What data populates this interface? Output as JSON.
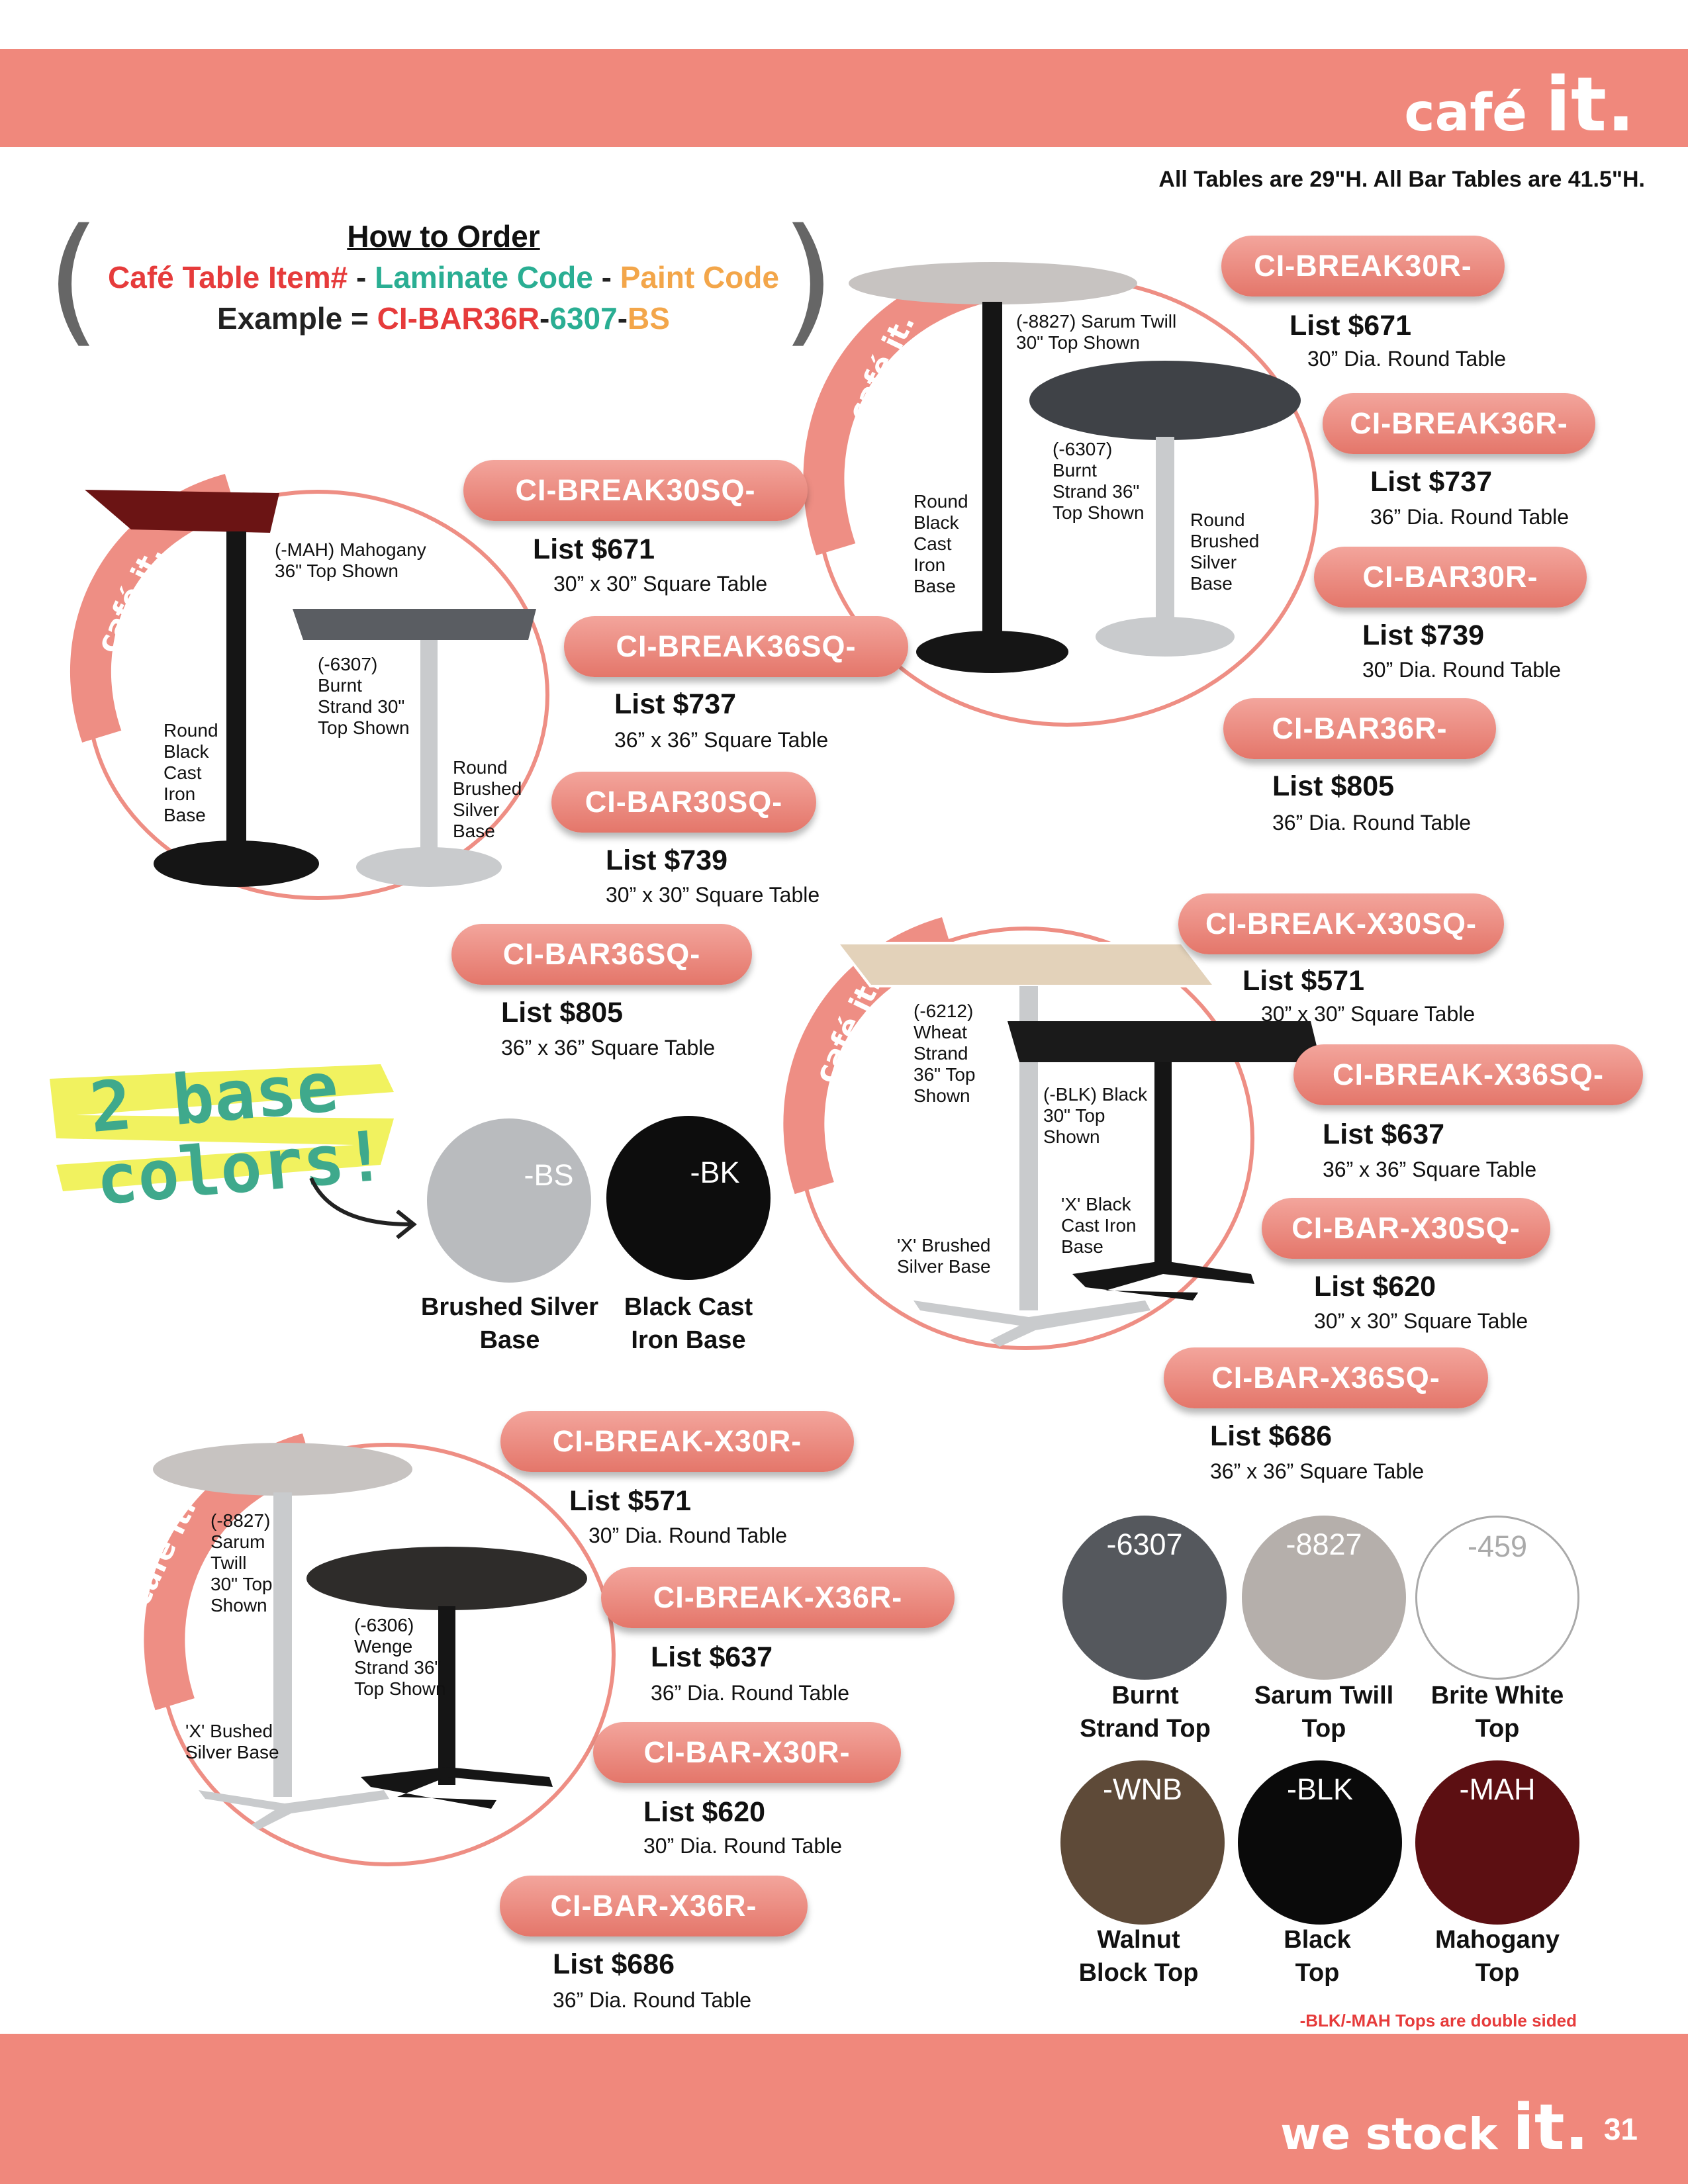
{
  "header": {
    "brand_word": "café",
    "brand_it": "it."
  },
  "note": "All Tables are 29\"H. All Bar Tables are 41.5\"H.",
  "how_to_order": {
    "title": "How to Order",
    "line1": [
      {
        "text": "Café Table Item#",
        "color": "#E63B3B"
      },
      {
        "text": " - ",
        "color": "#222222"
      },
      {
        "text": "Laminate Code",
        "color": "#2AAE93"
      },
      {
        "text": " - ",
        "color": "#222222"
      },
      {
        "text": "Paint Code",
        "color": "#F3A64A"
      }
    ],
    "example_label": "Example = ",
    "example_item": "CI-BAR36R",
    "dash1": "-",
    "example_laminate": "6307",
    "dash2": "-",
    "example_paint": "BS"
  },
  "products": [
    {
      "code": "CI-BREAK30R-",
      "price": "List $671",
      "desc": "30” Dia. Round Table"
    },
    {
      "code": "CI-BREAK36R-",
      "price": "List $737",
      "desc": "36” Dia. Round Table"
    },
    {
      "code": "CI-BAR30R-",
      "price": "List $739",
      "desc": "30” Dia. Round Table"
    },
    {
      "code": "CI-BAR36R-",
      "price": "List $805",
      "desc": "36” Dia. Round Table"
    },
    {
      "code": "CI-BREAK30SQ-",
      "price": "List $671",
      "desc": "30” x 30” Square Table"
    },
    {
      "code": "CI-BREAK36SQ-",
      "price": "List $737",
      "desc": "36” x 36” Square Table"
    },
    {
      "code": "CI-BAR30SQ-",
      "price": "List $739",
      "desc": "30” x 30” Square Table"
    },
    {
      "code": "CI-BAR36SQ-",
      "price": "List $805",
      "desc": "36” x 36” Square Table"
    },
    {
      "code": "CI-BREAK-X30SQ-",
      "price": "List $571",
      "desc": "30” x 30” Square Table"
    },
    {
      "code": "CI-BREAK-X36SQ-",
      "price": "List $637",
      "desc": "36” x 36” Square Table"
    },
    {
      "code": "CI-BAR-X30SQ-",
      "price": "List $620",
      "desc": "30” x 30” Square Table"
    },
    {
      "code": "CI-BAR-X36SQ-",
      "price": "List $686",
      "desc": "36” x 36” Square Table"
    },
    {
      "code": "CI-BREAK-X30R-",
      "price": "List $571",
      "desc": "30” Dia. Round Table"
    },
    {
      "code": "CI-BREAK-X36R-",
      "price": "List $637",
      "desc": "36” Dia. Round Table"
    },
    {
      "code": "CI-BAR-X30R-",
      "price": "List $620",
      "desc": "30” Dia. Round Table"
    },
    {
      "code": "CI-BAR-X36R-",
      "price": "List $686",
      "desc": "36” Dia. Round Table"
    }
  ],
  "illustrations": {
    "round": {
      "arc_text": "café it.",
      "labels": [
        "(-8827) Sarum Twill\n30\" Top Shown",
        "(-6307)\nBurnt\nStrand 36\"\nTop Shown",
        "Round\nBlack\nCast\nIron\nBase",
        "Round\nBrushed\nSilver\nBase"
      ],
      "top_colors": [
        "#C7C3C1",
        "#3F4247"
      ]
    },
    "square": {
      "arc_text": "café it.",
      "labels": [
        "(-MAH) Mahogany\n36\" Top Shown",
        "(-6307)\nBurnt\nStrand 30\"\nTop Shown",
        "Round\nBlack\nCast\nIron\nBase",
        "Round\nBrushed\nSilver\nBase"
      ],
      "top_colors": [
        "#6B1414",
        "#5A5D62"
      ]
    },
    "x_square": {
      "arc_text": "café it.",
      "labels": [
        "(-6212)\nWheat\nStrand\n36\" Top\nShown",
        "(-BLK) Black\n30\" Top\nShown",
        "'X' Black\nCast Iron\nBase",
        "'X' Brushed\nSilver Base"
      ],
      "top_colors": [
        "#E3D2BA",
        "#1A1A1A"
      ]
    },
    "x_round": {
      "arc_text": "café it.",
      "labels": [
        "(-8827)\nSarum\nTwill\n30\" Top\nShown",
        "(-6306)\nWenge\nStrand 36\"\nTop Shown",
        "'X' Bushed\nSilver Base"
      ],
      "top_colors": [
        "#C7C3C1",
        "#2E2C2A"
      ]
    }
  },
  "base_colors": {
    "headline_line1": "2 base",
    "headline_line2": "colors!",
    "items": [
      {
        "code": "-BS",
        "label": "Brushed Silver\nBase",
        "color": "#B9BBBE"
      },
      {
        "code": "-BK",
        "label": "Black Cast\nIron Base",
        "color": "#0D0D0D"
      }
    ]
  },
  "laminates": {
    "items": [
      {
        "code": "-6307",
        "label": "Burnt\nStrand Top",
        "color": "#55585D"
      },
      {
        "code": "-8827",
        "label": "Sarum Twill\nTop",
        "color": "#B5AFAB"
      },
      {
        "code": "-459",
        "label": "Brite White\nTop",
        "color": "#FFFFFF"
      },
      {
        "code": "-WNB",
        "label": "Walnut\nBlock Top",
        "color": "#5E4A38"
      },
      {
        "code": "-BLK",
        "label": "Black\nTop",
        "color": "#0A0A0A"
      },
      {
        "code": "-MAH",
        "label": "Mahogany\nTop",
        "color": "#5C0F12"
      }
    ],
    "footnote": "-BLK/-MAH Tops are double sided"
  },
  "footer": {
    "text": "we stock",
    "it": "it.",
    "page": "31"
  },
  "colors": {
    "coral": "#F0887C",
    "pill_dark": "#E4766A",
    "footnote_red": "#E63B3B"
  }
}
